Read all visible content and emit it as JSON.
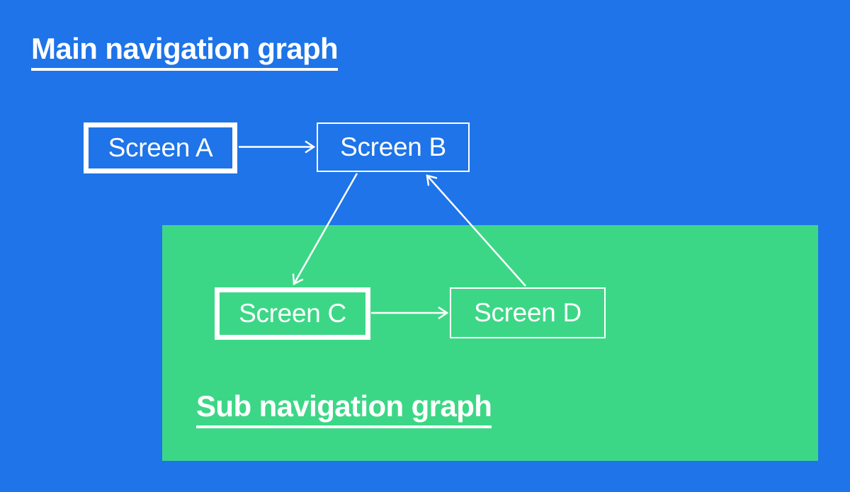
{
  "colors": {
    "canvas_background": "#1E74E8",
    "subgraph_background": "#3CD786",
    "foreground": "#FFFFFF"
  },
  "main_graph": {
    "title": "Main navigation graph",
    "nodes": [
      {
        "label": "Screen A",
        "border": "thick"
      },
      {
        "label": "Screen B",
        "border": "thin"
      }
    ]
  },
  "sub_graph": {
    "title": "Sub navigation graph",
    "nodes": [
      {
        "label": "Screen C",
        "border": "thick"
      },
      {
        "label": "Screen D",
        "border": "thin"
      }
    ]
  },
  "edges": [
    {
      "from": "Screen A",
      "to": "Screen B"
    },
    {
      "from": "Screen B",
      "to": "Screen C"
    },
    {
      "from": "Screen C",
      "to": "Screen D"
    },
    {
      "from": "Screen D",
      "to": "Screen B"
    }
  ]
}
